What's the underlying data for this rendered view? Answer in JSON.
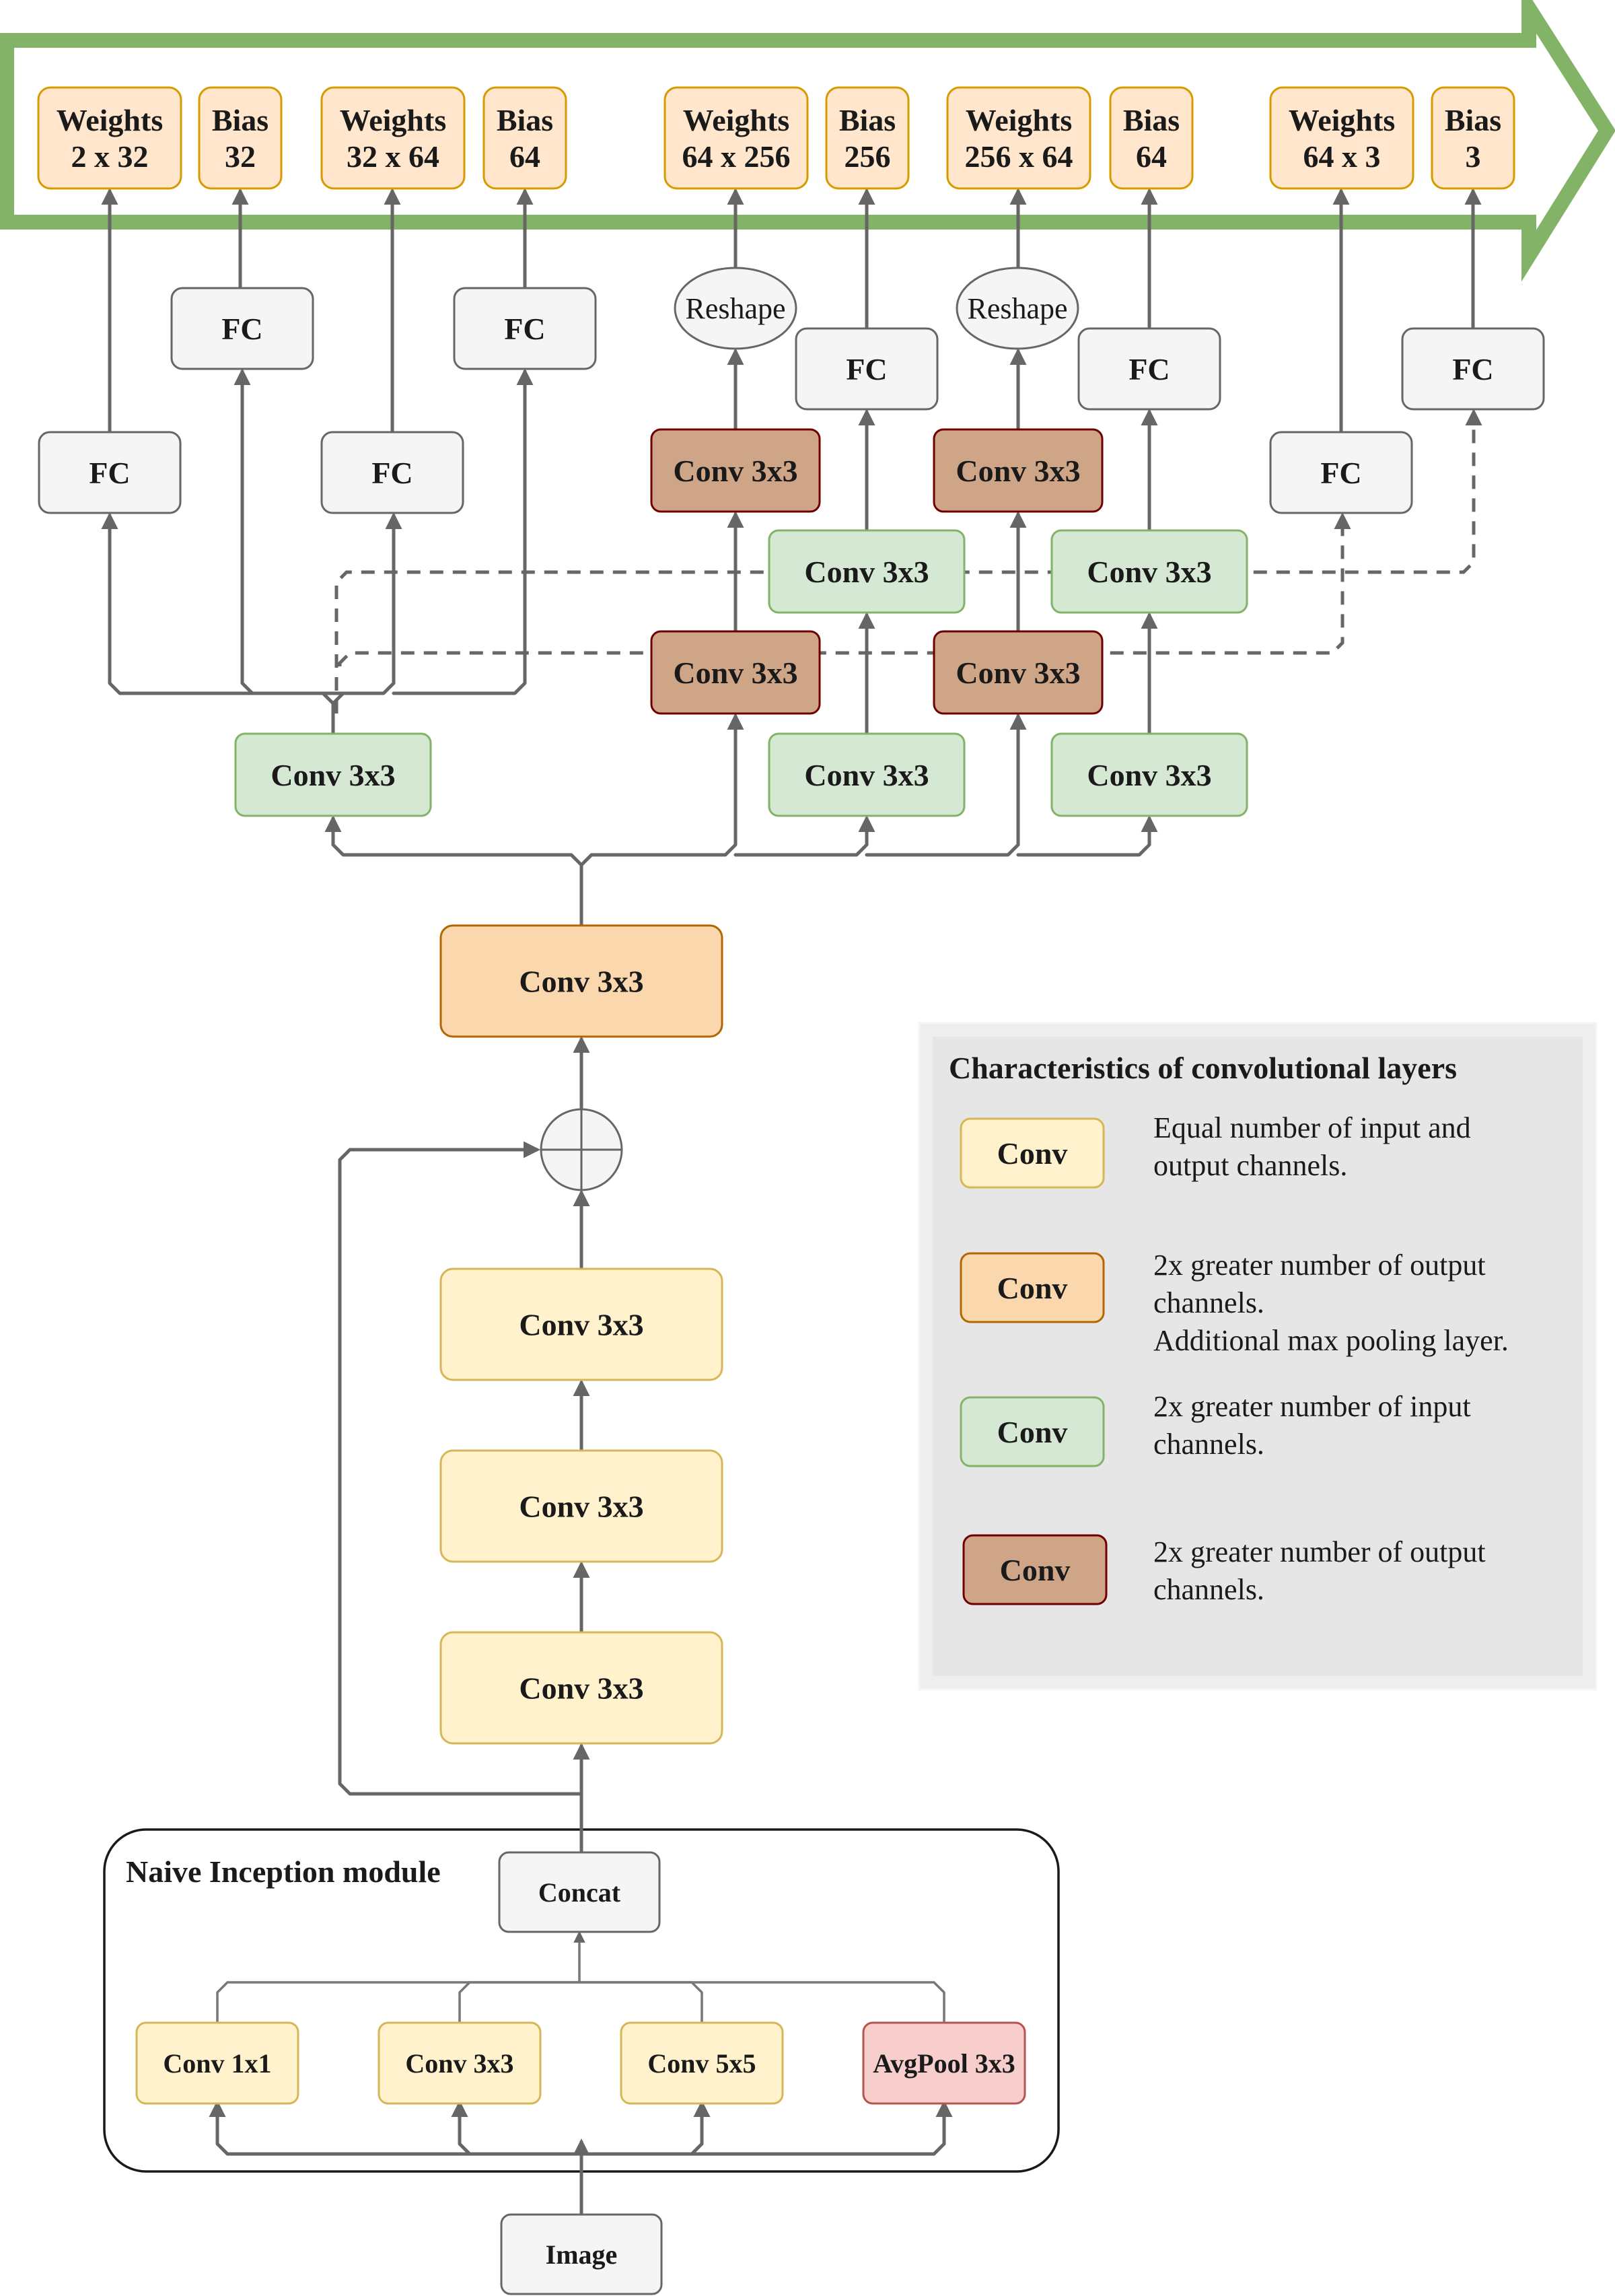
{
  "colors": {
    "yellow": {
      "fill": "#fff2cc",
      "stroke": "#d6b656"
    },
    "orange": {
      "fill": "#fad7ac",
      "stroke": "#b46504"
    },
    "green": {
      "fill": "#d5e8d4",
      "stroke": "#82b366"
    },
    "brown": {
      "fill": "#cfa588",
      "stroke": "#6f0000"
    },
    "gray": {
      "fill": "#f5f5f5",
      "stroke": "#666666"
    },
    "param": {
      "fill": "#ffe6cc",
      "stroke": "#d79b00"
    },
    "pool": {
      "fill": "#f8cecc",
      "stroke": "#b85450"
    },
    "banner": "#82b366",
    "legend_bg": "#e6e6e6"
  },
  "params": {
    "w1": [
      "Weights",
      "2 x 32"
    ],
    "b1": [
      "Bias",
      "32"
    ],
    "w2": [
      "Weights",
      "32 x 64"
    ],
    "b2": [
      "Bias",
      "64"
    ],
    "w3": [
      "Weights",
      "64 x 256"
    ],
    "b3": [
      "Bias",
      "256"
    ],
    "w4": [
      "Weights",
      "256 x 64"
    ],
    "b4": [
      "Bias",
      "64"
    ],
    "w5": [
      "Weights",
      "64 x 3"
    ],
    "b5": [
      "Bias",
      "3"
    ]
  },
  "nodes": {
    "fc_label": "FC",
    "reshape_label": "Reshape",
    "conv3x3_label": "Conv 3x3",
    "concat_label": "Concat",
    "image_label": "Image",
    "conv1x1_label": "Conv 1x1",
    "conv5x5_label": "Conv 5x5",
    "avgpool_label": "AvgPool 3x3"
  },
  "inception": {
    "title": "Naive Inception module"
  },
  "legend": {
    "title": "Characteristics of convolutional layers",
    "items": [
      {
        "label": "Conv",
        "color": "yellow",
        "desc": [
          "Equal number of input and",
          "output channels."
        ]
      },
      {
        "label": "Conv",
        "color": "orange",
        "desc": [
          "2x greater number of output",
          "channels.",
          "Additional max pooling layer."
        ]
      },
      {
        "label": "Conv",
        "color": "green",
        "desc": [
          "2x greater number of input",
          "channels."
        ]
      },
      {
        "label": "Conv",
        "color": "brown",
        "desc": [
          "2x greater number of output",
          "channels."
        ]
      }
    ]
  }
}
